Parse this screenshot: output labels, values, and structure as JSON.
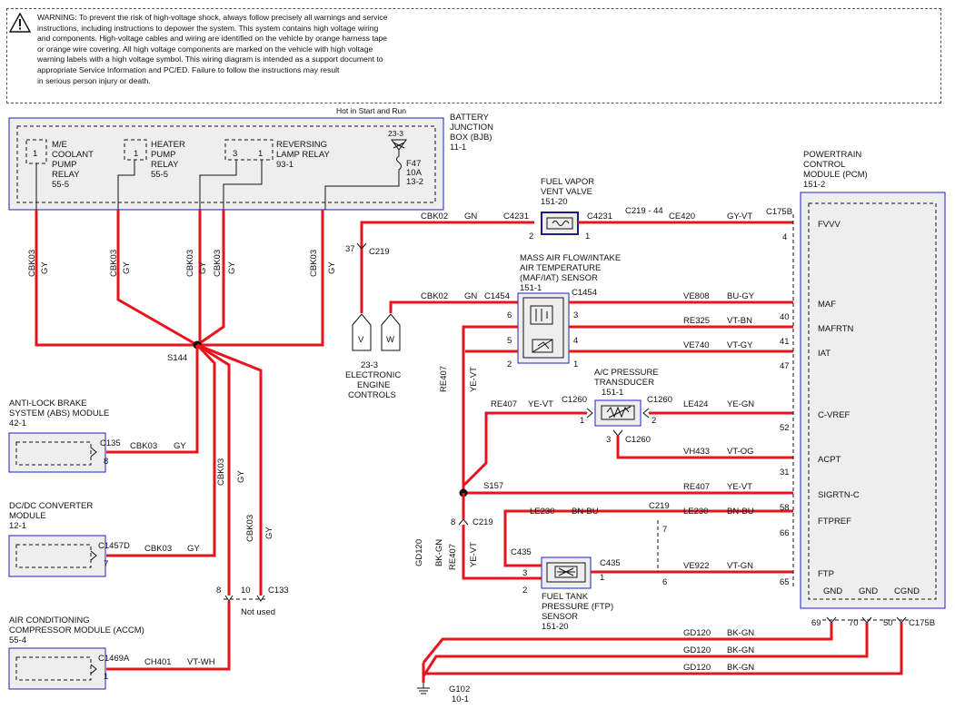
{
  "warning": {
    "lines": [
      "WARNING: To prevent the risk of high-voltage shock, always follow precisely all warnings and service",
      "instructions, including instructions to depower the system. This system contains high voltage wiring",
      "and components. High-voltage cables and wiring are identified on the vehicle by orange harness tape",
      "or orange wire covering. All high voltage components are marked on the vehicle with high voltage",
      "warning labels with a high voltage symbol. This wiring diagram is intended as a support document to",
      "appropriate Service Information and PC/ED.  Failure to follow the instructions may result",
      "in serious person injury or death."
    ]
  },
  "bjb": {
    "header": "Hot in Start and Run",
    "title_lines": [
      "BATTERY",
      "JUNCTION",
      "BOX (BJB)",
      "11-1"
    ],
    "relays": [
      {
        "pin": "1",
        "lines": [
          "M/E",
          "COOLANT",
          "PUMP",
          "RELAY",
          "55-5"
        ]
      },
      {
        "pin": "1",
        "lines": [
          "HEATER",
          "PUMP",
          "RELAY",
          "55-5"
        ]
      },
      {
        "pins": [
          "3",
          "1"
        ],
        "lines": [
          "REVERSING",
          "LAMP RELAY",
          "93-1"
        ]
      }
    ],
    "fuse": {
      "ref": "23-3",
      "lines": [
        "F47",
        "10A",
        "13-2"
      ]
    }
  },
  "pcm": {
    "title_lines": [
      "POWERTRAIN",
      "CONTROL",
      "MODULE (PCM)",
      "151-2"
    ],
    "pins": [
      {
        "name": "FVVV",
        "pin": "4"
      },
      {
        "name": "MAF",
        "pin": "40"
      },
      {
        "name": "MAFRTN",
        "pin": "41"
      },
      {
        "name": "IAT",
        "pin": "47"
      },
      {
        "name": "C-VREF",
        "pin": "52"
      },
      {
        "name": "ACPT",
        "pin": "31"
      },
      {
        "name": "SIGRTN-C",
        "pin": "58"
      },
      {
        "name": "FTPREF",
        "pin": "66"
      },
      {
        "name": "FTP",
        "pin": "65"
      }
    ],
    "grounds": [
      {
        "name": "GND",
        "pin": "69"
      },
      {
        "name": "GND",
        "pin": "70"
      },
      {
        "name": "CGND",
        "pin": "50"
      }
    ],
    "connector_top": "C175B",
    "connector_bottom": "C175B"
  },
  "components": {
    "fvv": {
      "lines": [
        "FUEL VAPOR",
        "VENT VALVE",
        "151-20"
      ],
      "c_left": "C4231",
      "c_right": "C4231",
      "p_left": "2",
      "p_right": "1"
    },
    "maf": {
      "lines": [
        "MASS AIR FLOW/INTAKE",
        "AIR TEMPERATURE",
        "(MAF/IAT) SENSOR",
        "151-1"
      ],
      "c_left": "C1454",
      "c_right": "C1454",
      "pins_left": [
        "6",
        "5",
        "2"
      ],
      "pins_right": [
        "3",
        "4",
        "1"
      ]
    },
    "acp": {
      "lines": [
        "A/C PRESSURE",
        "TRANSDUCER",
        "151-1"
      ],
      "c_left": "C1260",
      "c_right": "C1260",
      "c_bottom": "C1260",
      "p_left": "1",
      "p_right": "2",
      "p_bottom": "3"
    },
    "ftp": {
      "lines": [
        "FUEL TANK",
        "PRESSURE (FTP)",
        "SENSOR",
        "151-20"
      ],
      "c_left": "C435",
      "c_right": "C435",
      "p1": "1",
      "p2": "3",
      "p3": "2"
    },
    "eec": {
      "lines": [
        "23-3",
        "ELECTRONIC",
        "ENGINE",
        "CONTROLS"
      ],
      "v": "V",
      "w": "W"
    },
    "abs": {
      "lines": [
        "ANTI-LOCK BRAKE",
        "SYSTEM (ABS) MODULE",
        "42-1"
      ],
      "conn": "C135",
      "pin": "8"
    },
    "dcdc": {
      "lines": [
        "DC/DC CONVERTER",
        "MODULE",
        "12-1"
      ],
      "conn": "C1457D",
      "pin": "7"
    },
    "accm": {
      "lines": [
        "AIR CONDITIONING",
        "COMPRESSOR MODULE (ACCM)",
        "55-4"
      ],
      "conn": "C1469A",
      "pin": "1"
    }
  },
  "wires": {
    "cbk03": "CBK03",
    "gy": "GY",
    "cbk02_gn_top": {
      "circuit": "CBK02",
      "color": "GN"
    },
    "cbk02_gn_mid": {
      "circuit": "CBK02",
      "color": "GN"
    },
    "ce420": {
      "circuit": "CE420",
      "color": "GY-VT"
    },
    "c219_44": "C219  -  44",
    "ve808": {
      "circuit": "VE808",
      "color": "BU-GY"
    },
    "re325": {
      "circuit": "RE325",
      "color": "VT-BN"
    },
    "ve740": {
      "circuit": "VE740",
      "color": "VT-GY"
    },
    "re407_ac": {
      "circuit": "RE407",
      "color": "YE-VT"
    },
    "le424": {
      "circuit": "LE424",
      "color": "YE-GN"
    },
    "vh433": {
      "circuit": "VH433",
      "color": "VT-OG"
    },
    "re407_sig": {
      "circuit": "RE407",
      "color": "YE-VT"
    },
    "le230_a": {
      "circuit": "LE230",
      "color": "BN-BU"
    },
    "le230_b": {
      "circuit": "LE230",
      "color": "BN-BU"
    },
    "ve922": {
      "circuit": "VE922",
      "color": "VT-GN"
    },
    "gd120": {
      "circuit": "GD120",
      "color": "BK-GN"
    },
    "re407_v": {
      "circuit": "RE407",
      "color": "YE-VT"
    },
    "ch401": {
      "circuit": "CH401",
      "color": "VT-WH"
    },
    "abs_wire": {
      "circuit": "CBK03",
      "color": "GY"
    },
    "dcdc_wire": {
      "circuit": "CBK03",
      "color": "GY"
    }
  },
  "splices": {
    "s144": "S144",
    "s157": "S157"
  },
  "connectors": {
    "c219_37": "37",
    "c219": "C219",
    "c219_8": "8",
    "c219_7": "7",
    "c219_6": "6",
    "c219_top": "C219",
    "c133": "C133",
    "c133_8": "8",
    "c133_10": "10",
    "not_used": "Not used"
  },
  "ground": {
    "name": "G102",
    "ref": "10-1"
  },
  "colors": {
    "wire": "#e8141c",
    "component_border": "#1f1fc8",
    "box_fill": "#eeeeee",
    "line": "#111111"
  }
}
